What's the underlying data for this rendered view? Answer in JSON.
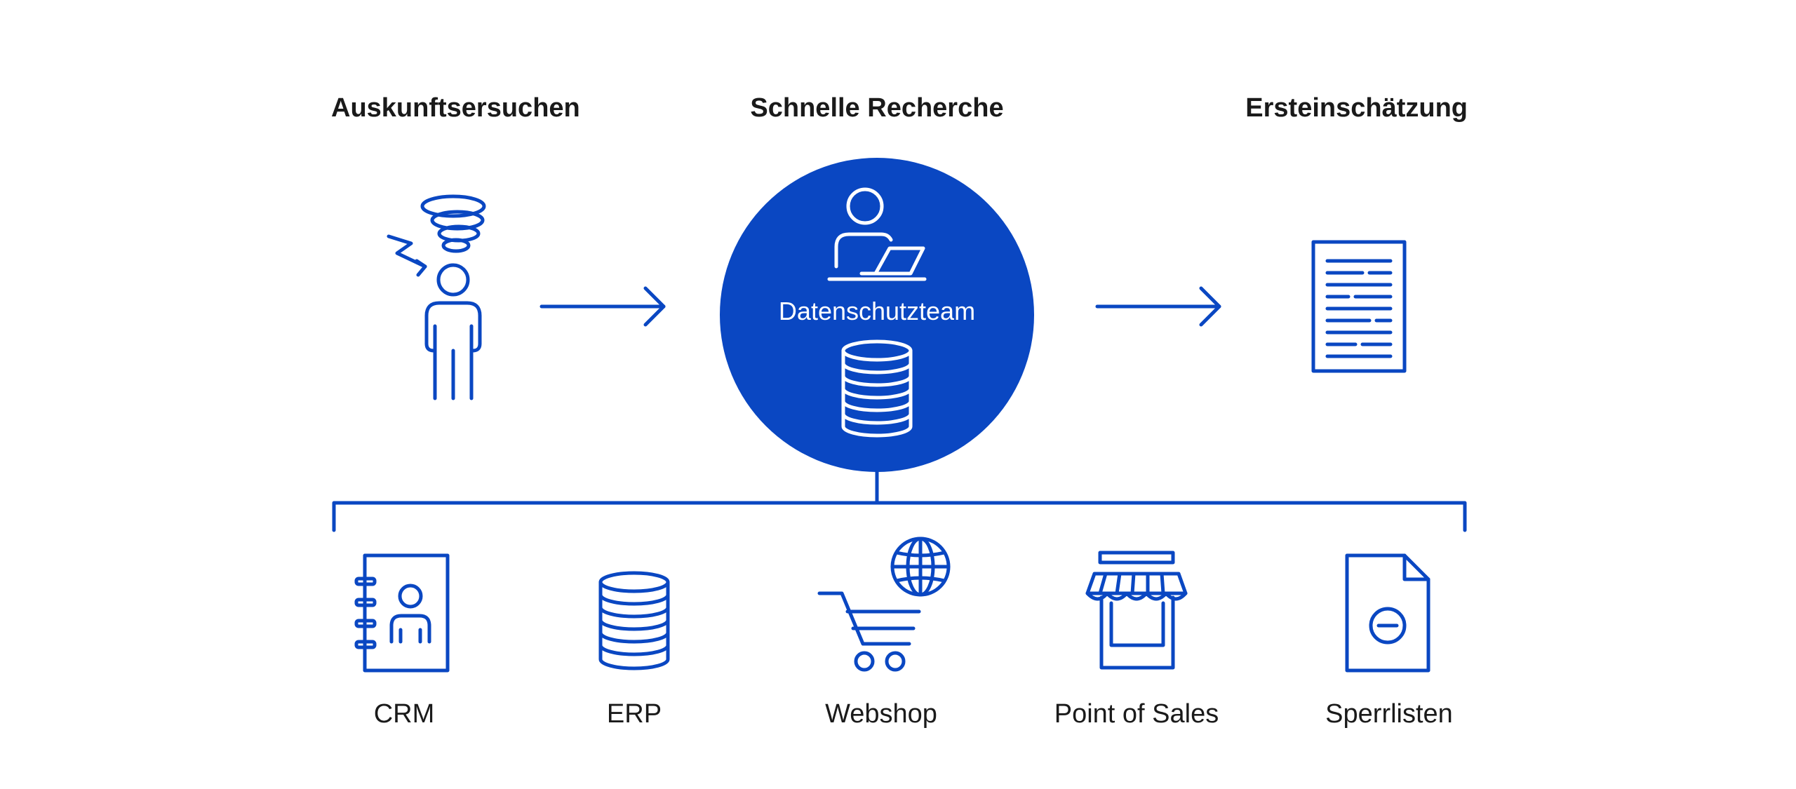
{
  "colors": {
    "accent": "#0a47c2",
    "text": "#1a1a1a",
    "background": "#ffffff"
  },
  "steps": {
    "request": {
      "title": "Auskunftsersuchen",
      "icon": "confused-person-icon"
    },
    "research": {
      "title": "Schnelle Recherche",
      "center_label": "Datenschutzteam",
      "icons": [
        "person-at-laptop-icon",
        "database-stack-icon"
      ]
    },
    "assessment": {
      "title": "Ersteinschätzung",
      "icon": "document-icon"
    }
  },
  "sources": [
    {
      "label": "CRM",
      "icon": "address-book-icon"
    },
    {
      "label": "ERP",
      "icon": "database-icon"
    },
    {
      "label": "Webshop",
      "icon": "shopping-cart-globe-icon"
    },
    {
      "label": "Point of Sales",
      "icon": "storefront-icon"
    },
    {
      "label": "Sperrlisten",
      "icon": "blocked-file-icon"
    }
  ]
}
